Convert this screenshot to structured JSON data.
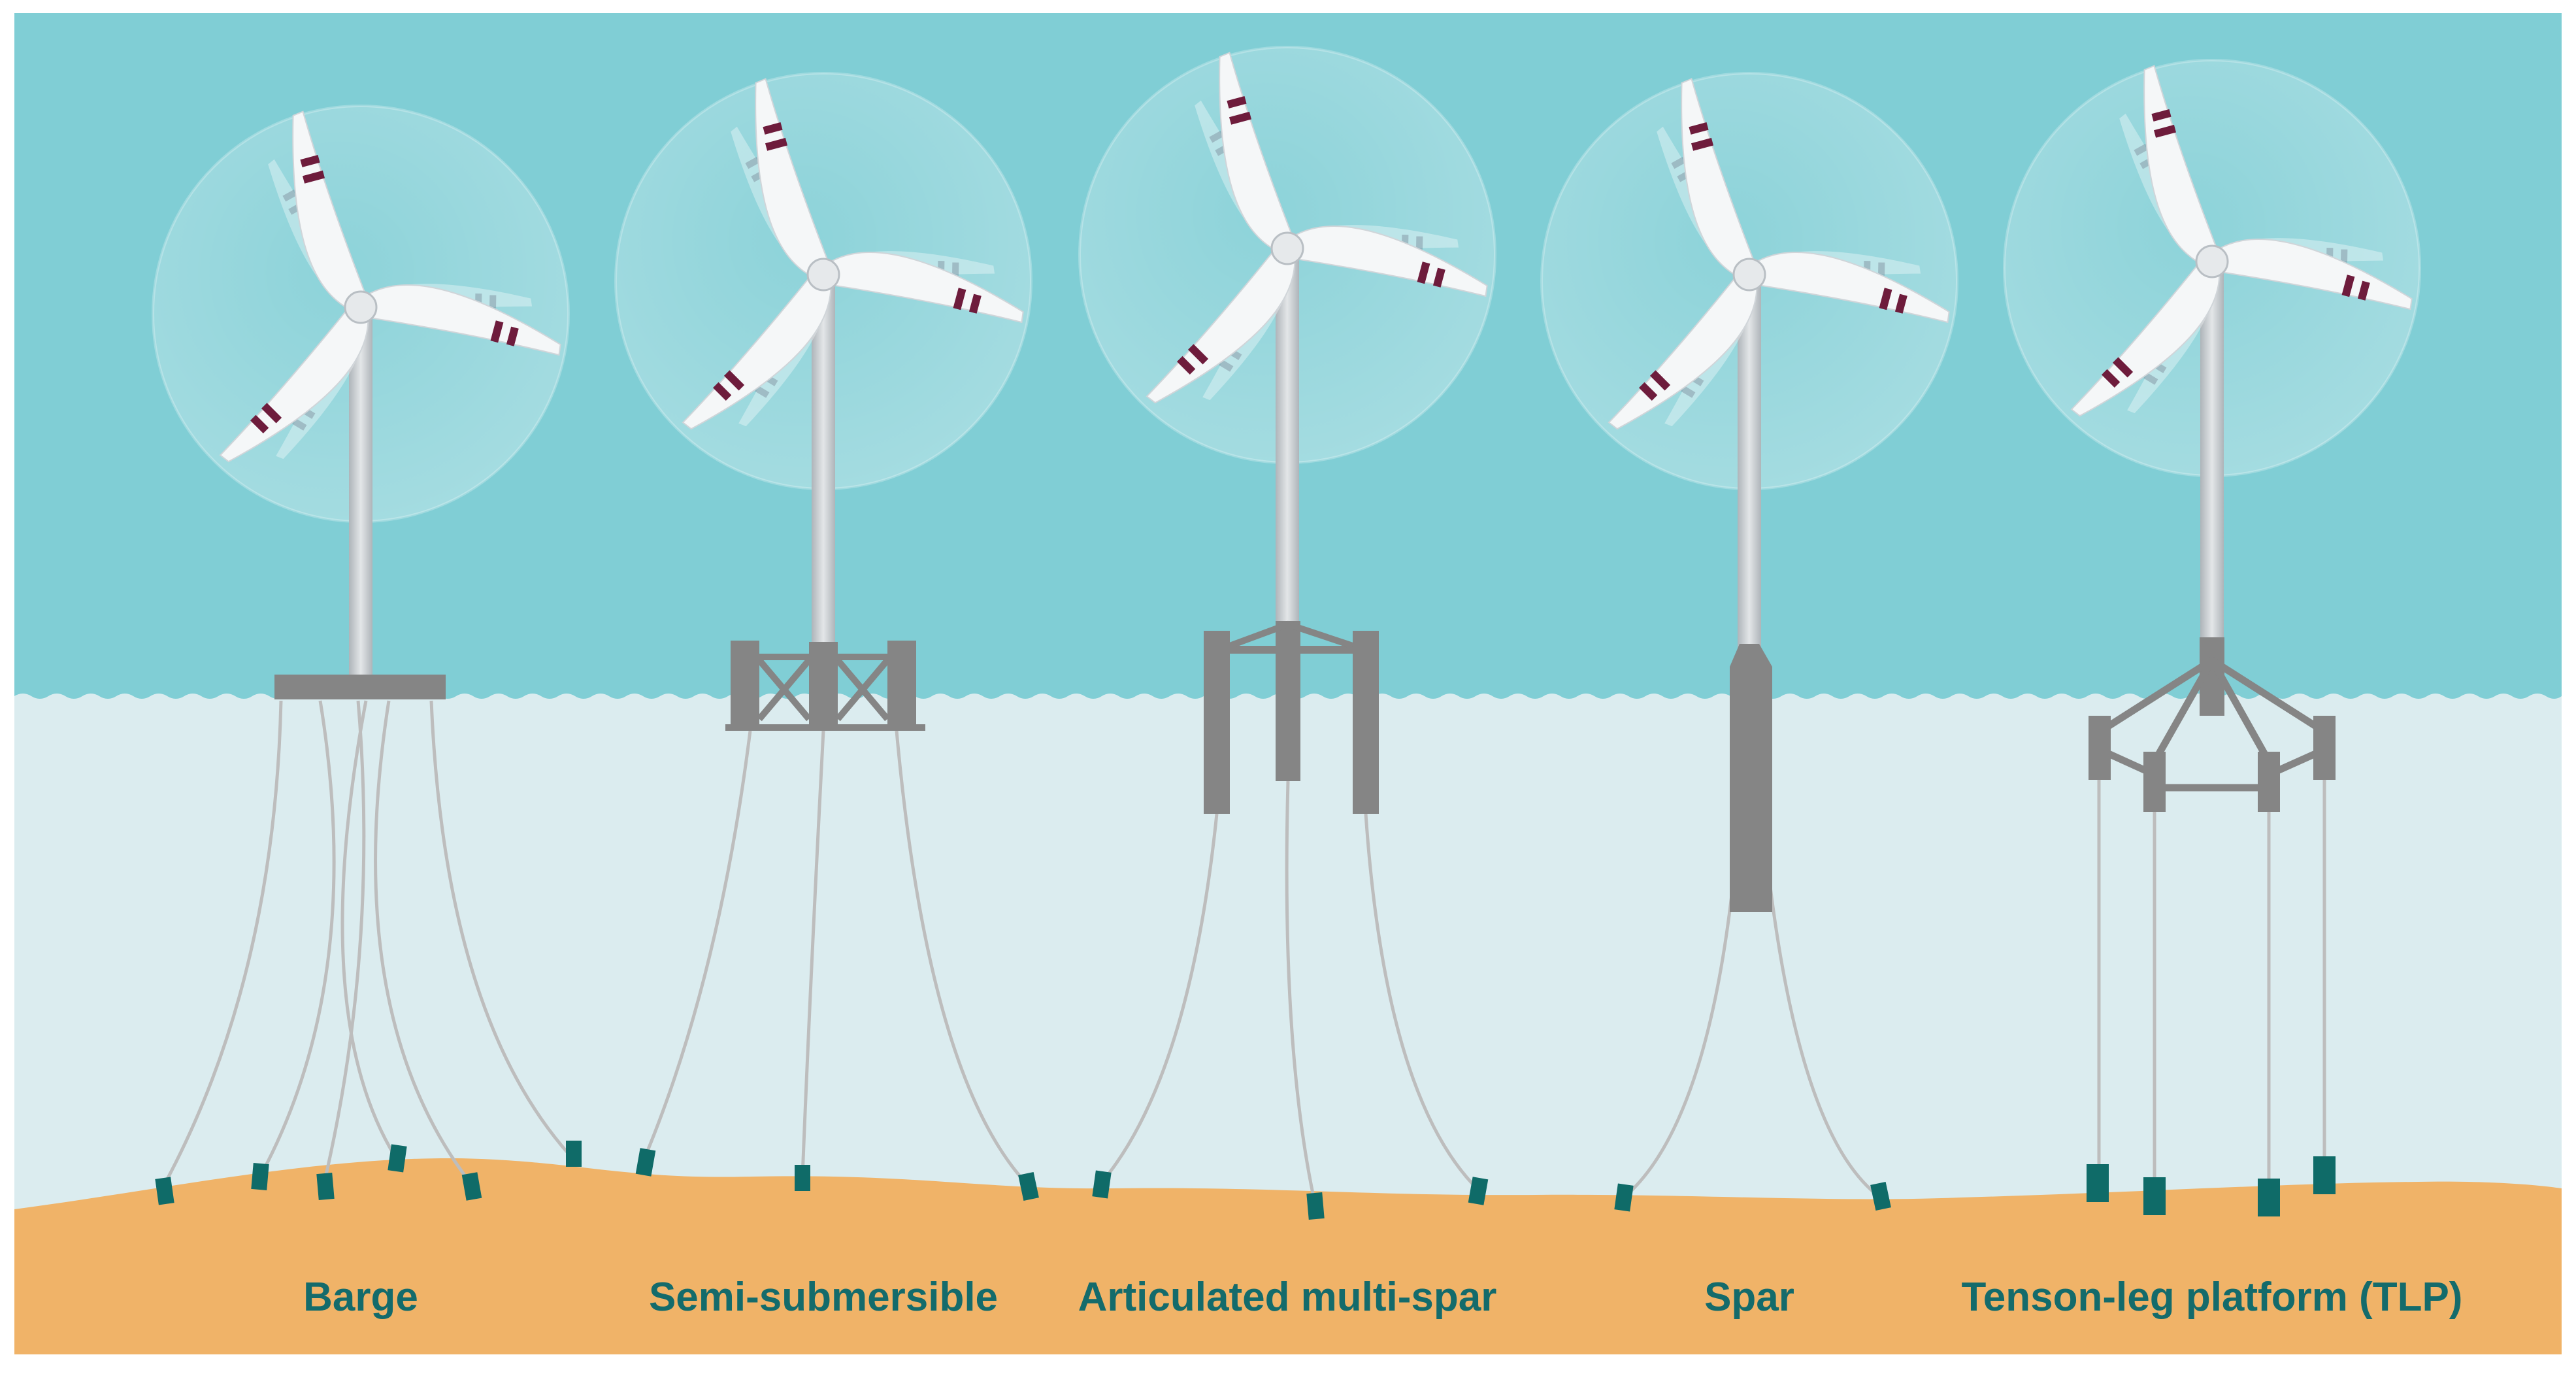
{
  "platforms": [
    {
      "label": "Barge"
    },
    {
      "label": "Semi-submersible"
    },
    {
      "label": "Articulated multi-spar"
    },
    {
      "label": "Spar"
    },
    {
      "label": "Tenson-leg platform (TLP)"
    }
  ],
  "colors": {
    "sky": "#80ced5",
    "water": "#dbecef",
    "seabed": "#f0b368",
    "tower": "#c3c8cc",
    "platform": "#858585",
    "mooring": "#bdbdbd",
    "anchor": "#0f6b68",
    "blade_stripe": "#6e1c3c",
    "caption": "#146b6b"
  }
}
